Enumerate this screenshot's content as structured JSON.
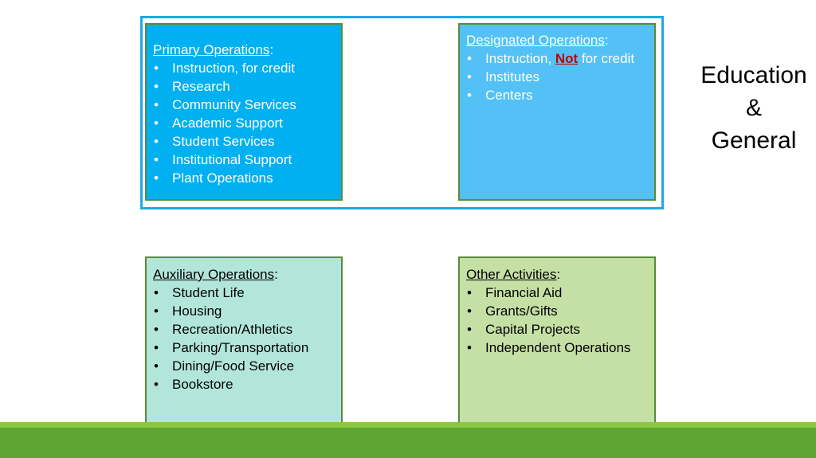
{
  "primary": {
    "title": "Primary Operations",
    "colon": ":",
    "items": [
      "Instruction, for credit",
      "Research",
      "Community Services",
      "Academic Support",
      "Student Services",
      "Institutional Support",
      "Plant Operations"
    ]
  },
  "designated": {
    "title": "Designated Operations",
    "colon": ":",
    "items": [
      {
        "before": "Instruction, ",
        "emph": "Not",
        "after": " for credit"
      },
      {
        "before": "Institutes",
        "emph": "",
        "after": ""
      },
      {
        "before": "Centers",
        "emph": "",
        "after": ""
      }
    ]
  },
  "auxiliary": {
    "title": "Auxiliary Operations",
    "colon": ":",
    "items": [
      "Student Life",
      "Housing",
      "Recreation/Athletics",
      "Parking/Transportation",
      "Dining/Food Service",
      "Bookstore"
    ]
  },
  "other": {
    "title": "Other Activities",
    "colon": ":",
    "items": [
      "Financial Aid",
      "Grants/Gifts",
      "Capital Projects",
      "Independent Operations"
    ]
  },
  "side_label": {
    "line1": "Education",
    "line2": "&",
    "line3": "General"
  },
  "bullet": "•",
  "colors": {
    "frame": "#1fa9e0",
    "primary_bg": "#00b0f0",
    "designated_bg": "#53c1f5",
    "auxiliary_bg": "#b3e6da",
    "other_bg": "#c5e0a5",
    "emphasis": "#c00000",
    "ground_light": "#8cc63f",
    "ground_dark": "#5fa534"
  }
}
